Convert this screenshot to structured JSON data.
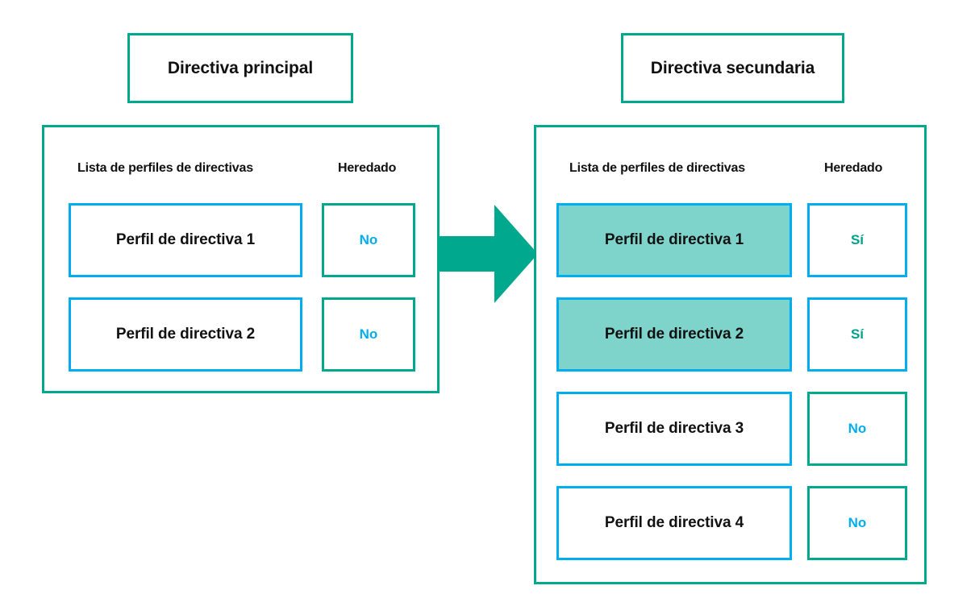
{
  "diagram": {
    "arrow": {
      "name": "inheritance-arrow",
      "color": "#00A88E",
      "direction": "right"
    }
  },
  "colors": {
    "panel_border": "#00A88E",
    "profile_border": "#00AEEF",
    "inherit_border_green": "#00A88E",
    "inherit_border_blue": "#00AEEF",
    "highlight_fill": "#7ED4CB",
    "value_no": "#00AEEF",
    "value_si": "#00A08A",
    "text": "#111111",
    "background": "#FFFFFF"
  },
  "primary": {
    "title": "Directiva principal",
    "columns": {
      "list": "Lista de perfiles de directivas",
      "inherited": "Heredado"
    },
    "rows": [
      {
        "profile": "Perfil de directiva 1",
        "inherited": "No",
        "highlighted": false,
        "inherit_border": "green"
      },
      {
        "profile": "Perfil de directiva 2",
        "inherited": "No",
        "highlighted": false,
        "inherit_border": "green"
      }
    ]
  },
  "secondary": {
    "title": "Directiva secundaria",
    "columns": {
      "list": "Lista de perfiles de directivas",
      "inherited": "Heredado"
    },
    "rows": [
      {
        "profile": "Perfil de directiva 1",
        "inherited": "Sí",
        "highlighted": true,
        "inherit_border": "blue"
      },
      {
        "profile": "Perfil de directiva 2",
        "inherited": "Sí",
        "highlighted": true,
        "inherit_border": "blue"
      },
      {
        "profile": "Perfil de directiva 3",
        "inherited": "No",
        "highlighted": false,
        "inherit_border": "green"
      },
      {
        "profile": "Perfil de directiva 4",
        "inherited": "No",
        "highlighted": false,
        "inherit_border": "green"
      }
    ]
  }
}
